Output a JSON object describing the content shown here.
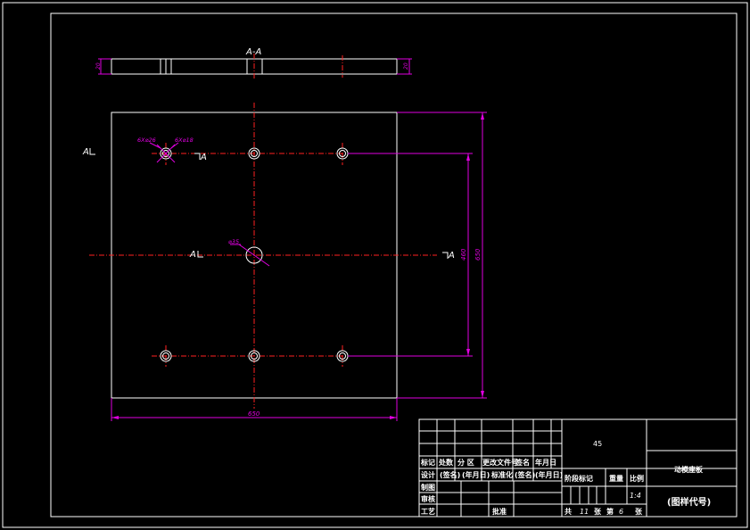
{
  "section_view": {
    "label": "A-A",
    "thickness_dim": "20"
  },
  "section_marks": {
    "left_top": "A",
    "left_mid": "A",
    "right_mid": "A",
    "hole_mark": "A"
  },
  "dims": {
    "hole_small_a": "6X⌀26",
    "hole_small_b": "6X⌀18",
    "hole_center": "⌀35",
    "width": "650",
    "height_inner": "460",
    "height_outer": "650"
  },
  "title_block": {
    "material": "45",
    "part_name": "动模座板",
    "drawing_code": "(图样代号)",
    "row_headers": [
      "标记",
      "处数",
      "分 区",
      "更改文件号",
      "签名",
      "年月日"
    ],
    "design_row": [
      "设计",
      "(签名)",
      "(年月日)",
      "标准化",
      "(签名)",
      "(年月日)"
    ],
    "side_labels": [
      "制图",
      "审核",
      "工艺"
    ],
    "approve": "批准",
    "stage_mark": "阶段标记",
    "weight": "重量",
    "scale_label": "比例",
    "scale_value": "1:4",
    "sheets": {
      "total_label": "共",
      "total": "11",
      "unit1": "张",
      "sheet_label": "第",
      "sheet": "6",
      "unit2": "张"
    }
  },
  "colors": {
    "outline": "#ffffff",
    "dimension": "#e000e0",
    "centerline": "#ff2020",
    "background": "#000000"
  }
}
